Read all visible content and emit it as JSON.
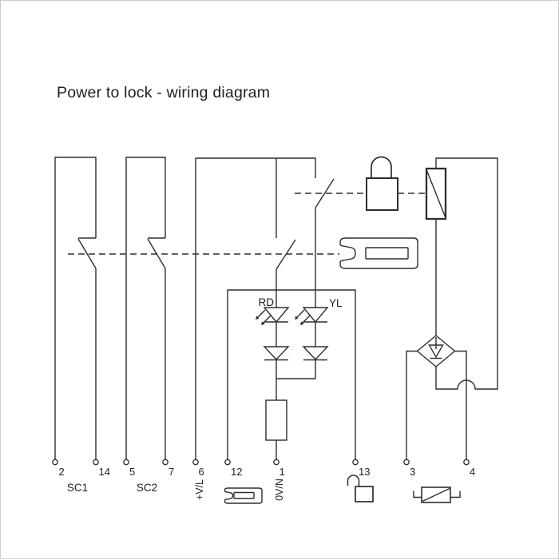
{
  "title": "Power to lock - wiring diagram",
  "colors": {
    "ink": "#2e2e2e",
    "background": "#ffffff"
  },
  "contacts": {
    "sc1": "SC1",
    "sc2": "SC2"
  },
  "leds": {
    "red": "RD",
    "yellow": "YL"
  },
  "rails": {
    "supply": "+V/L",
    "neutral": "0V/N"
  },
  "terminals": [
    "2",
    "14",
    "5",
    "7",
    "6",
    "12",
    "1",
    "13",
    "3",
    "4"
  ]
}
